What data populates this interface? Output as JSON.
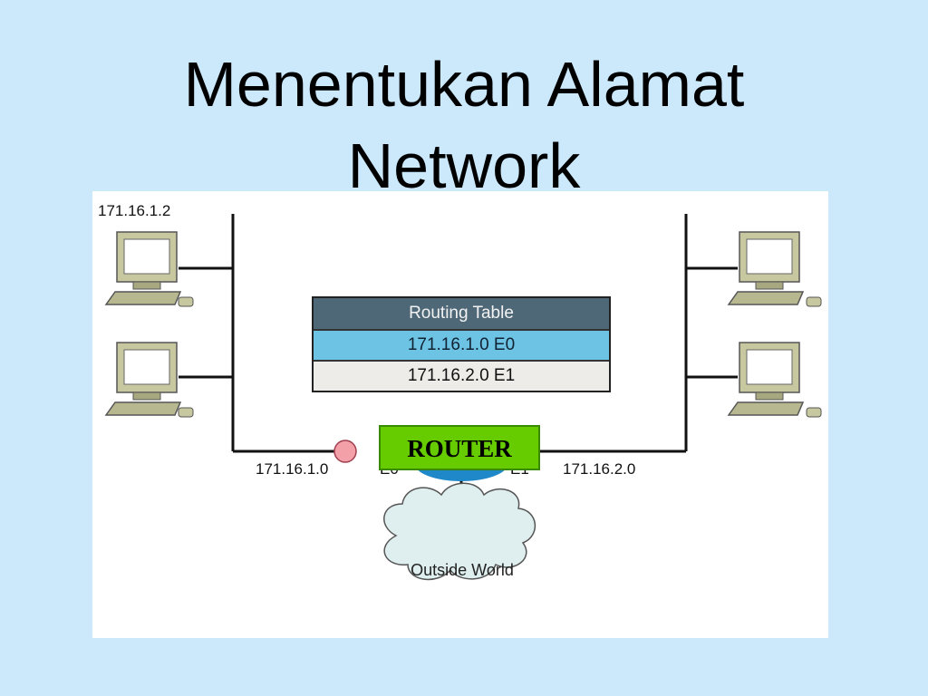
{
  "title": {
    "line1": "Menentukan Alamat",
    "line2": "Network"
  },
  "diagram": {
    "host_ip": "171.16.1.2",
    "routing_table": {
      "header": "Routing Table",
      "rows": [
        {
          "text": "171.16.1.0  E0",
          "highlighted": true
        },
        {
          "text": "171.16.2.0  E1",
          "highlighted": false
        }
      ]
    },
    "router_label": "ROUTER",
    "left_network": "171.16.1.0",
    "left_interface": "E0",
    "right_network": "171.16.2.0",
    "right_interface": "E1",
    "cloud_label": "Outside World",
    "colors": {
      "background": "#cce9fc",
      "routing_header": "#4f6878",
      "routing_highlight": "#6cc3e3",
      "router_box": "#66cc00",
      "e0_marker": "#f4a0a8",
      "router_body": "#1e88c8"
    }
  }
}
